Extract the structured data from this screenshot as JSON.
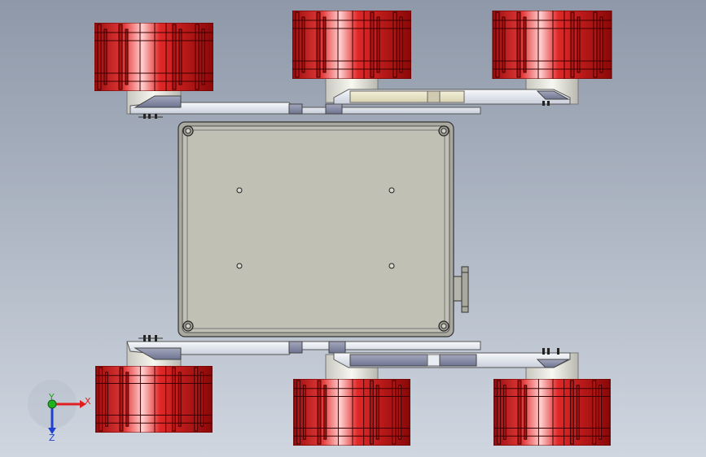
{
  "triad": {
    "x_label": "X",
    "y_label": "Y",
    "z_label": "Z"
  },
  "colors": {
    "background_top": "#8e98a8",
    "background_bottom": "#cdd5df",
    "wheel_red": "#d51f1f",
    "wheel_dark": "#8a0a0a",
    "plate": "#bfbfb4",
    "frame_light": "#eef1f5",
    "frame_dark": "#8a90a4",
    "axis_x": "#e02020",
    "axis_y": "#20b020",
    "axis_z": "#2040d0"
  },
  "icons": {
    "triad": "xyz-triad-icon",
    "bolt": "bolt-icon",
    "hole": "screw-hole-icon"
  }
}
